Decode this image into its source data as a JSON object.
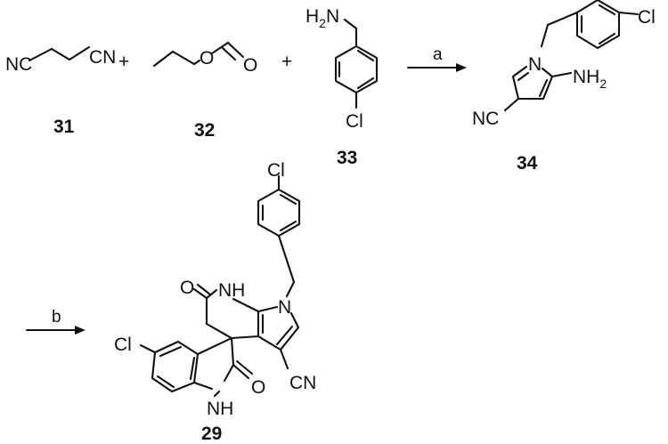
{
  "scheme": {
    "compound_31": {
      "label": "31",
      "atoms": {
        "nitrile_left": "NC",
        "nitrile_right": "CN"
      }
    },
    "compound_32": {
      "label": "32",
      "atoms": {
        "ether_o": "O",
        "carbonyl_o": "O"
      }
    },
    "compound_33": {
      "label": "33",
      "atoms": {
        "amine": "H",
        "amine_sub": "2",
        "amine_n": "N",
        "chloro": "Cl"
      }
    },
    "compound_34": {
      "label": "34",
      "atoms": {
        "ring_n": "N",
        "amino": "NH",
        "amino_sub": "2",
        "nitrile": "NC",
        "chloro": "Cl"
      }
    },
    "compound_29": {
      "label": "29",
      "atoms": {
        "chloro_top": "Cl",
        "carbonyl_o": "O",
        "lactam_nh": "NH",
        "pyrrole_n": "N",
        "chloro_left": "Cl",
        "oxindole_o": "O",
        "oxindole_nh": "NH",
        "nitrile": "CN"
      }
    },
    "plus_signs": [
      "+",
      "+"
    ],
    "arrows": [
      {
        "condition": "a"
      },
      {
        "condition": "b"
      }
    ]
  }
}
